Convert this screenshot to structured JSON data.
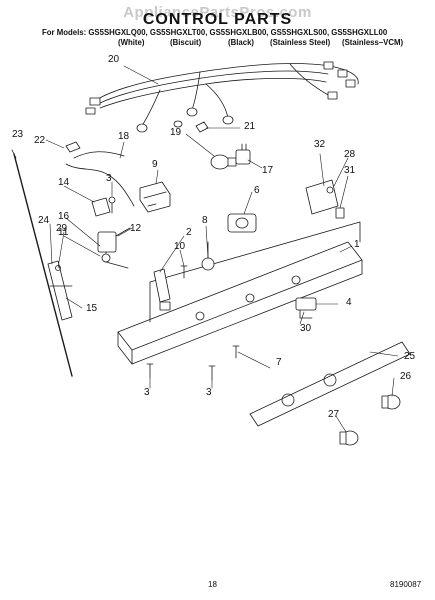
{
  "watermark": "AppliancePartsPros.com",
  "title": "CONTROL PARTS",
  "models": {
    "line": "For Models: GS5SHGXLQ00, GS5SHGXLT00, GS5SHGXLB00, GS5SHGXLS00, GS5SHGXLL00",
    "colors": [
      "(White)",
      "(Biscuit)",
      "(Black)",
      "(Stainless Steel)",
      "(Stainless–VCM)"
    ]
  },
  "callouts": [
    "20",
    "21",
    "19",
    "22",
    "18",
    "17",
    "23",
    "9",
    "32",
    "28",
    "31",
    "14",
    "3",
    "6",
    "12",
    "8",
    "10",
    "24",
    "16",
    "11",
    "2",
    "29",
    "1",
    "15",
    "4",
    "30",
    "7",
    "25",
    "3",
    "3",
    "26",
    "27"
  ],
  "footer": {
    "page": "18",
    "doc_number": "8190087"
  }
}
